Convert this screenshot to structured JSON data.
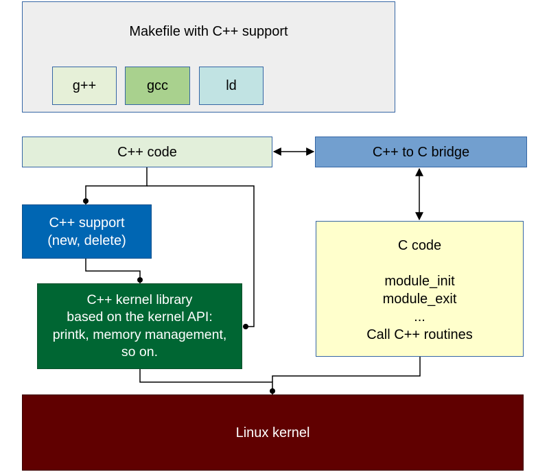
{
  "makefile": {
    "title": "Makefile with C++ support",
    "tools": [
      "g++",
      "gcc",
      "ld"
    ]
  },
  "cpp_code": "C++ code",
  "bridge": "C++ to C bridge",
  "cpp_support": "C++ support\n(new, delete)",
  "kernel_library": "C++ kernel library\nbased on the kernel API:\nprintk, memory management,\nso on.",
  "c_code": {
    "title": "C code",
    "lines": "module_init\nmodule_exit\n...\nCall C++ routines"
  },
  "linux_kernel": "Linux kernel",
  "colors": {
    "makefile_bg": "#eeeeee",
    "gpp_bg": "#e6f0d8",
    "gcc_bg": "#a9d18e",
    "ld_bg": "#c1e3e3",
    "cpp_code_bg": "#e2efda",
    "bridge_bg": "#729fcf",
    "cpp_support_bg": "#0066b3",
    "kernel_library_bg": "#006633",
    "c_code_bg": "#ffffcc",
    "linux_kernel_bg": "#600000"
  }
}
